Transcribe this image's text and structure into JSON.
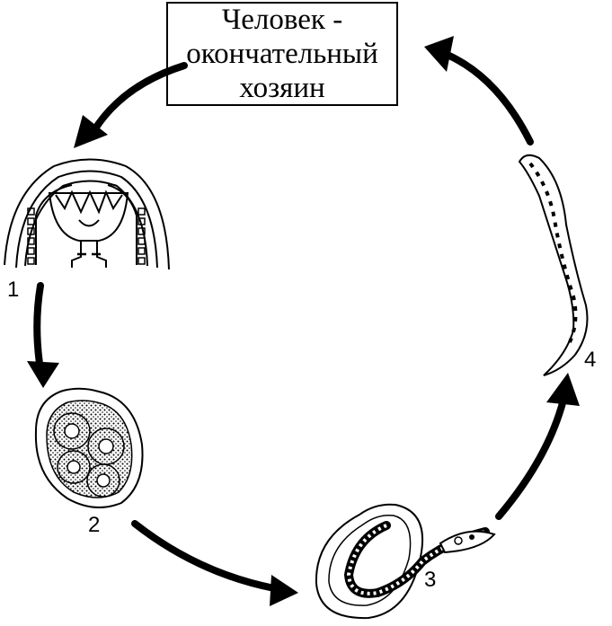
{
  "title": {
    "line1": "Человек -",
    "line2": "окончательный",
    "line3": "хозяин"
  },
  "stages": [
    {
      "number": "1",
      "image_icon": "adult-worm-head-icon"
    },
    {
      "number": "2",
      "image_icon": "egg-icon"
    },
    {
      "number": "3",
      "image_icon": "hatching-larva-icon"
    },
    {
      "number": "4",
      "image_icon": "larva-icon"
    }
  ],
  "colors": {
    "ink": "#000000",
    "background": "#ffffff"
  }
}
